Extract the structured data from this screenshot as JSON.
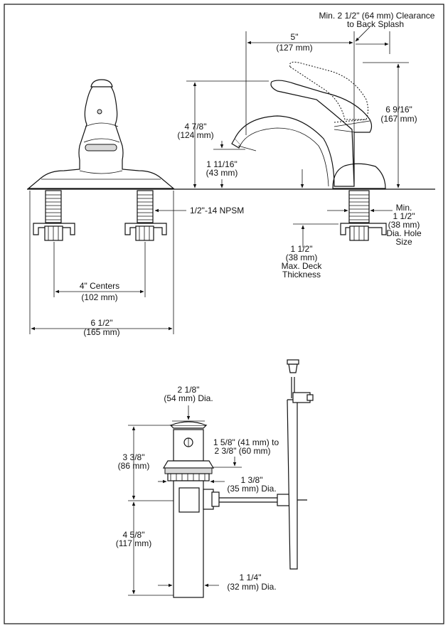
{
  "dims": {
    "clearance_l1": "Min. 2 1/2\" (64 mm) Clearance",
    "clearance_l2": "to Back Splash",
    "spout_reach_in": "5\"",
    "spout_reach_mm": "(127 mm)",
    "height_in": "4 7/8\"",
    "height_mm": "(124 mm)",
    "total_height_in": "6 9/16\"",
    "total_height_mm": "(167 mm)",
    "spout_height_in": "1 11/16\"",
    "spout_height_mm": "(43 mm)",
    "npsm": "1/2\"-14 NPSM",
    "hole_l1": "Min.",
    "hole_l2": "1 1/2\"",
    "hole_l3": "(38 mm)",
    "hole_l4": "Dia. Hole",
    "hole_l5": "Size",
    "deck_l1": "1 1/2\"",
    "deck_l2": "(38 mm)",
    "deck_l3": "Max. Deck",
    "deck_l4": "Thickness",
    "centers_in": "4\" Centers",
    "centers_mm": "(102 mm)",
    "width_in": "6 1/2\"",
    "width_mm": "(165 mm)",
    "drain_dia_in": "2 1/8\"",
    "drain_dia_mm": "(54 mm) Dia.",
    "drain_h_in": "3 3/8\"",
    "drain_h_mm": "(86 mm)",
    "range_l1": "1 5/8\" (41 mm) to",
    "range_l2": "2 3/8\" (60 mm)",
    "body_dia_in": "1 3/8\"",
    "body_dia_mm": "(35 mm) Dia.",
    "tail_h_in": "4 5/8\"",
    "tail_h_mm": "(117 mm)",
    "tail_dia_in": "1 1/4\"",
    "tail_dia_mm": "(32 mm) Dia."
  }
}
